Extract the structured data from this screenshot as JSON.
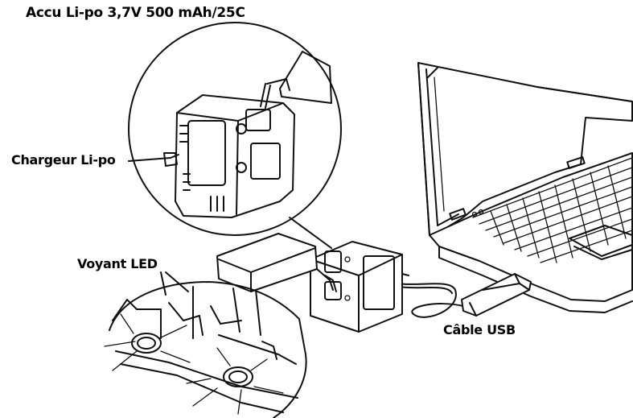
{
  "labels": {
    "battery": "Accu Li-po 3,7V 500 mAh/25C",
    "charger": "Chargeur Li-po",
    "led": "Voyant LED",
    "usb": "Câble USB"
  },
  "colors": {
    "ink": "#111111",
    "background": "#ffffff"
  }
}
